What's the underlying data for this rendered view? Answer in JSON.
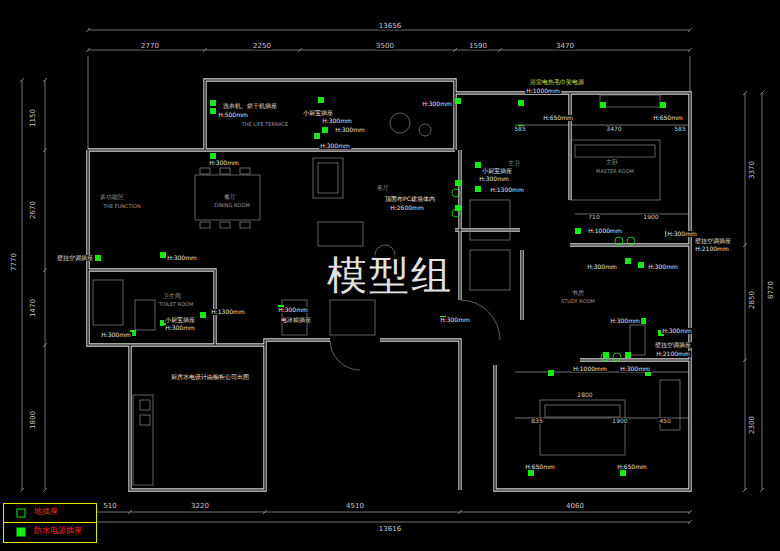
{
  "diagram": {
    "labels": [
      "13656",
      "2770",
      "2250",
      "3500",
      "1590",
      "3470",
      "1150",
      "2670",
      "7770",
      "1470",
      "1800",
      "3370",
      "8770",
      "2850",
      "2300",
      "510",
      "3220",
      "4510",
      "4060",
      "13616",
      "洗衣机、烘干机插座",
      "H:500mm",
      "THE LIFE TERRACE",
      "小厨宝插座",
      "H:300mm",
      "H:300mm",
      "H:300mm",
      "H:300mm",
      "H:300mm",
      "多功能区",
      "THE FUNCTION",
      "餐厅",
      "DINING ROOM",
      "客厅",
      "顶面布PC建墙体内",
      "H:2600mm",
      "壁挂空调插座",
      "H:300mm",
      "卫生间",
      "TOILET ROOM",
      "小厨宝插座",
      "H:300mm",
      "H:300mm",
      "H:1300mm",
      "H:300mm",
      "电冰箱插座",
      "厨房水电设计由橱柜公司出图",
      "H:300mm",
      "浴室电热毛巾架电源",
      "H:1000mm",
      "H:650mm",
      "H:650mm",
      "585",
      "3470",
      "585",
      "主卧",
      "MASTER ROOM",
      "主卫",
      "小厨宝插座",
      "H:300mm",
      "H:1300mm",
      "710",
      "1900",
      "H:1000mm",
      "H:300mm",
      "壁挂空调插座",
      "H:2100mm",
      "H:300mm",
      "H:300mm",
      "书房",
      "STUDY ROOM",
      "H:300mm",
      "H:300mm",
      "壁挂空调插座",
      "H:2100mm",
      "H:1000mm",
      "H:300mm",
      "2800",
      "835",
      "1900",
      "450",
      "H:650mm",
      "H:650mm",
      "模型组"
    ],
    "legend": [
      {
        "text": "地插座"
      },
      {
        "text": "防水电源插座"
      }
    ]
  }
}
